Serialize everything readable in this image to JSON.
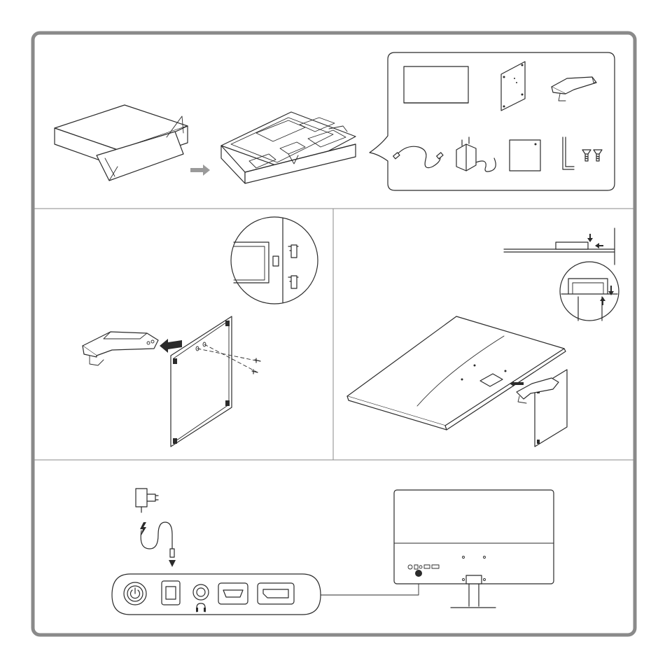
{
  "page": {
    "frame_color": "#8a8a8a",
    "line_color": "#2b2b2b",
    "arrow_color": "#9a9a9a"
  },
  "step_unpack": {
    "box_icon": "open-carton-icon",
    "arrow_icon": "gray-right-arrow-icon",
    "tray_icon": "foam-tray-icon",
    "contents": [
      {
        "name": "monitor-panel",
        "icon": "monitor-panel-icon"
      },
      {
        "name": "vesa-plate",
        "icon": "mounting-plate-icon"
      },
      {
        "name": "stand-arm",
        "icon": "stand-arm-icon"
      },
      {
        "name": "video-cable",
        "icon": "cable-icon"
      },
      {
        "name": "power-adapter",
        "icon": "power-adapter-icon"
      },
      {
        "name": "manual",
        "icon": "manual-icon"
      },
      {
        "name": "hex-key",
        "icon": "hex-key-icon"
      },
      {
        "name": "screws",
        "icon": "screws-icon"
      }
    ]
  },
  "step_attach_bracket": {
    "detail_icon": "magnified-detail-icon",
    "arrow_icon": "black-left-arrow-icon"
  },
  "step_mount_stand": {
    "detail_icon": "magnified-detail-icon"
  },
  "step_connect": {
    "adapter_icon": "wall-adapter-icon",
    "power_symbol": "lightning-icon",
    "ports": [
      {
        "name": "power-button",
        "icon": "power-icon"
      },
      {
        "name": "dc-in",
        "icon": "dc-in-icon"
      },
      {
        "name": "audio-out",
        "icon": "headphone-icon"
      },
      {
        "name": "hdmi",
        "icon": "hdmi-port-icon"
      },
      {
        "name": "displayport",
        "icon": "displayport-icon"
      }
    ]
  }
}
